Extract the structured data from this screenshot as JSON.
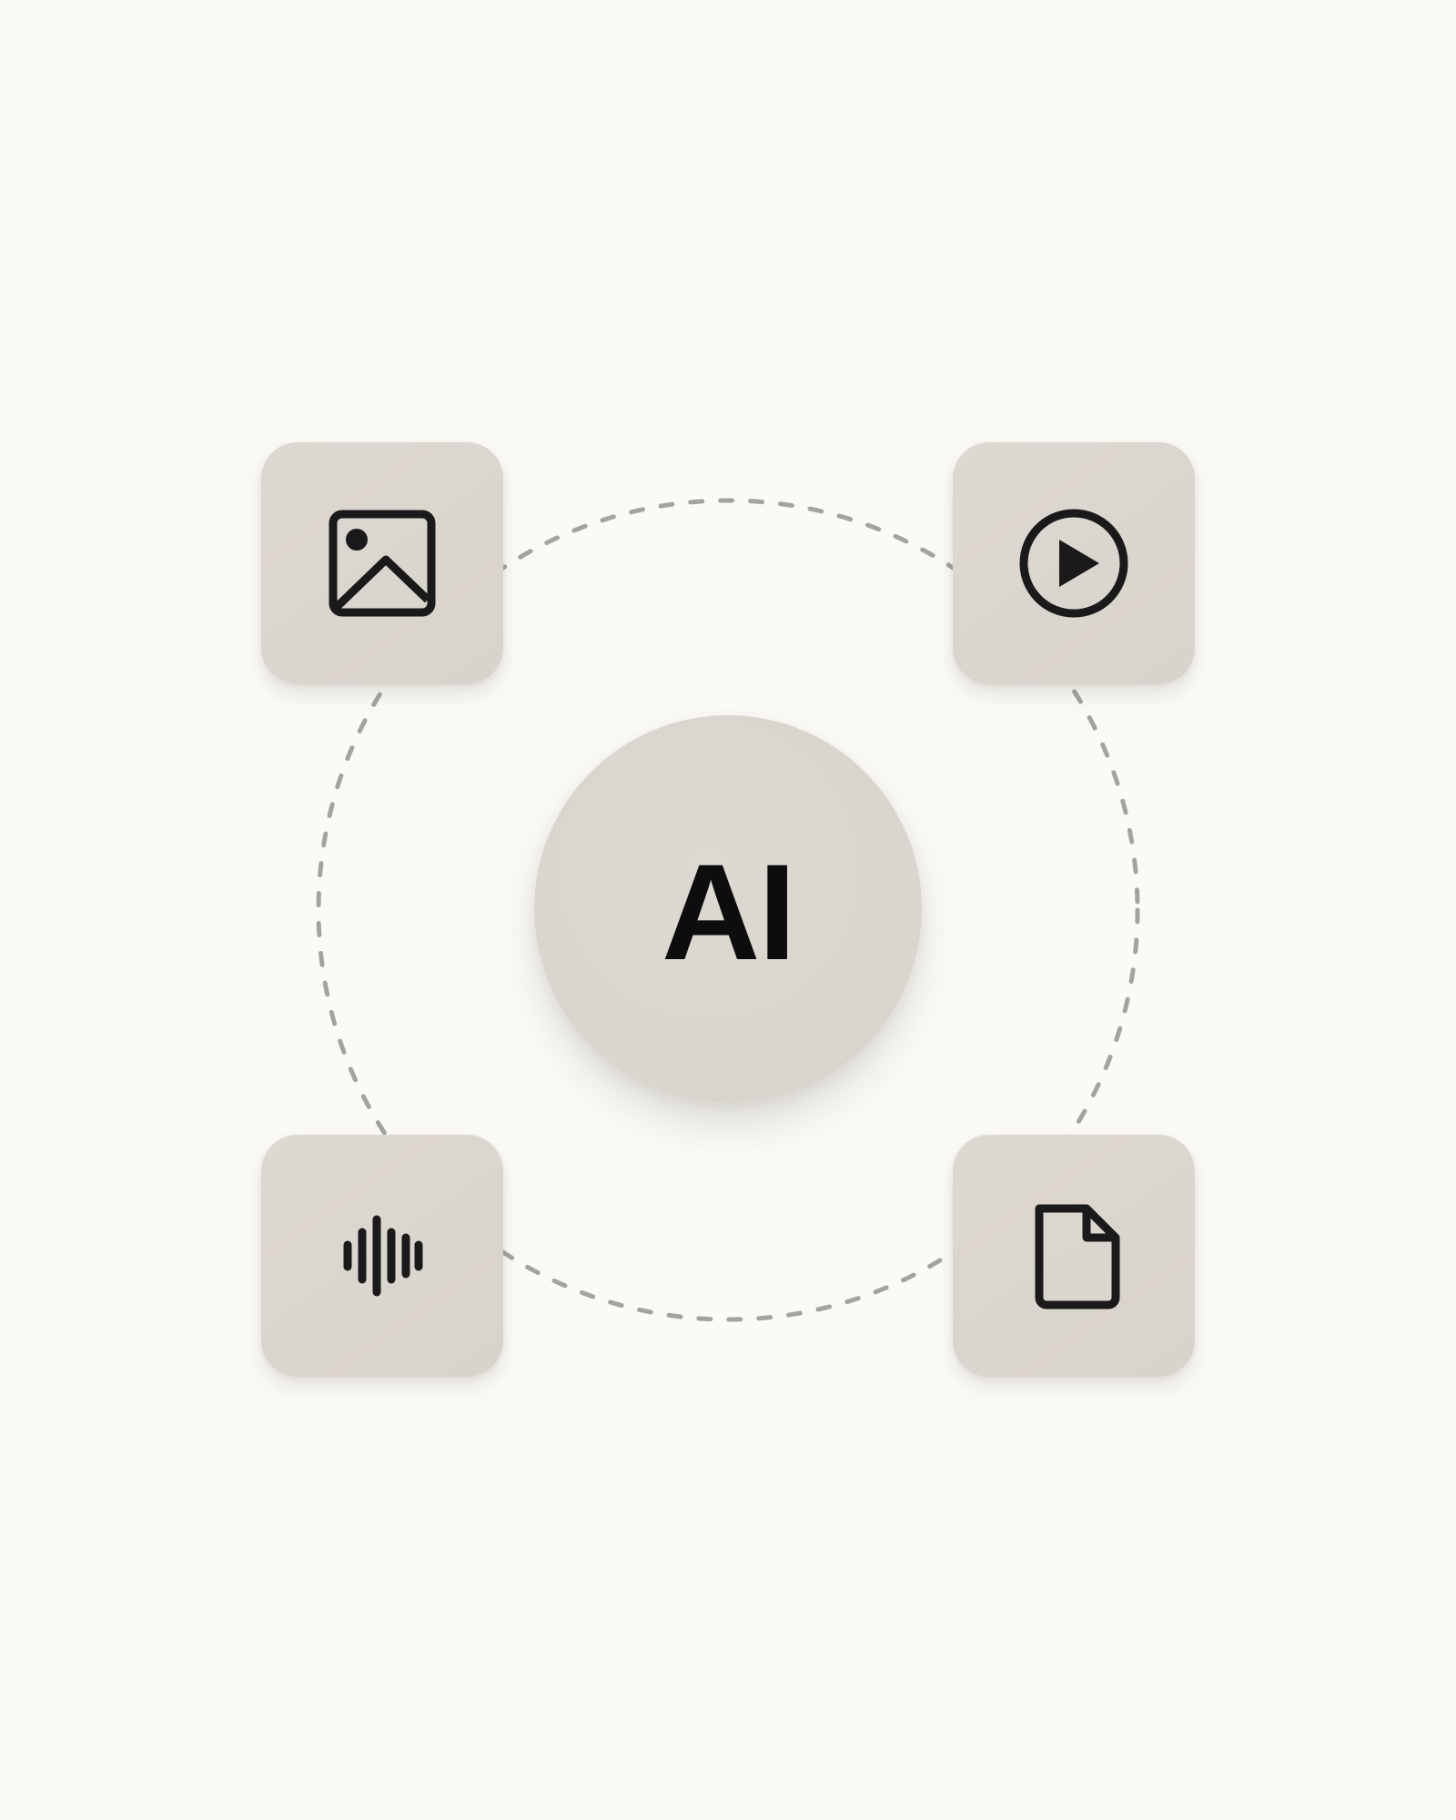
{
  "center": {
    "label": "AI"
  },
  "nodes": [
    {
      "id": "image",
      "icon": "image-icon"
    },
    {
      "id": "video",
      "icon": "play-circle-icon"
    },
    {
      "id": "audio",
      "icon": "audio-waveform-icon"
    },
    {
      "id": "document",
      "icon": "document-icon"
    }
  ],
  "colors": {
    "background": "#fbfaf7",
    "tile": "#dbd6ce",
    "icon": "#1a1a1a",
    "connector": "#9e9e9e"
  }
}
